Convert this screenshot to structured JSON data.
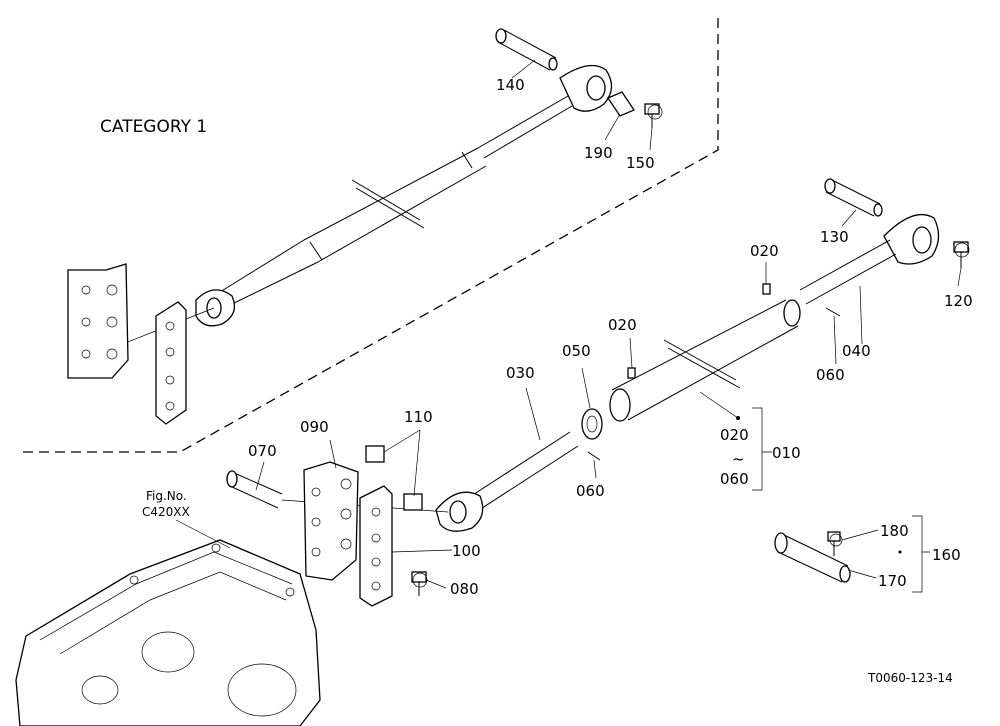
{
  "category_label": "CATEGORY 1",
  "figure_ref": {
    "line1": "Fig.No.",
    "line2": "C420XX"
  },
  "drawing_code": "T0060-123-14",
  "parts": {
    "p010": "010",
    "p020a": "020",
    "p020b": "020",
    "p020c": "020",
    "p030": "030",
    "p040": "040",
    "p050": "050",
    "p060a": "060",
    "p060b": "060",
    "p060c": "060",
    "p070": "070",
    "p080": "080",
    "p090": "090",
    "p100": "100",
    "p110": "110",
    "p120": "120",
    "p130": "130",
    "p140": "140",
    "p150": "150",
    "p160": "160",
    "p170": "170",
    "p180": "180",
    "p190": "190"
  },
  "range_symbol": "~"
}
